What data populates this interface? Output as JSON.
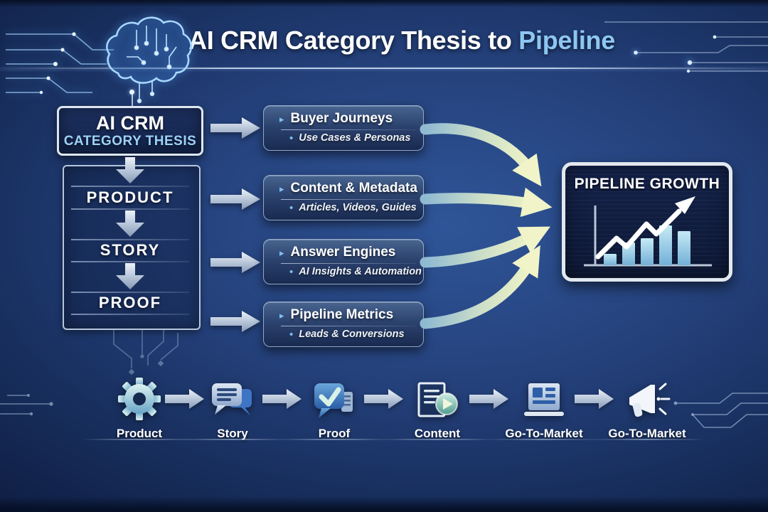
{
  "title": {
    "text": "AI CRM Category Thesis to",
    "accent": "Pipeline"
  },
  "thesis_box": {
    "title": "AI CRM",
    "subtitle": "CATEGORY THESIS"
  },
  "pillars": [
    "PRODUCT",
    "STORY",
    "PROOF"
  ],
  "bullets": {
    "triangle": "▸",
    "dot": "•"
  },
  "middle_boxes": [
    {
      "title": "Buyer Journeys",
      "subtitle": "Use Cases & Personas"
    },
    {
      "title": "Content & Metadata",
      "subtitle": "Articles, Videos, Guides"
    },
    {
      "title": "Answer Engines",
      "subtitle": "AI Insights & Automation"
    },
    {
      "title": "Pipeline Metrics",
      "subtitle": "Leads & Conversions"
    }
  ],
  "result_box": {
    "title": "PIPELINE GROWTH"
  },
  "steps": [
    {
      "label": "Product",
      "icon": "gear-icon"
    },
    {
      "label": "Story",
      "icon": "chat-bubbles-icon"
    },
    {
      "label": "Proof",
      "icon": "check-bubble-icon"
    },
    {
      "label": "Content",
      "icon": "document-play-icon"
    },
    {
      "label": "Go-To-Market",
      "icon": "laptop-icon"
    },
    {
      "label": "Go-To-Market",
      "icon": "megaphone-icon"
    }
  ],
  "colors": {
    "background_navy": "#1c3263",
    "title_accent_blue": "#8ec6f2",
    "arrow_silver": "#c3d0e2",
    "converging_arrow_yellow_green": "#eef3c6",
    "bar_chart_light_blue": "#9ed2e8",
    "box_border_light": "#dde6f0",
    "bullet_blue": "#7fc0f0"
  }
}
